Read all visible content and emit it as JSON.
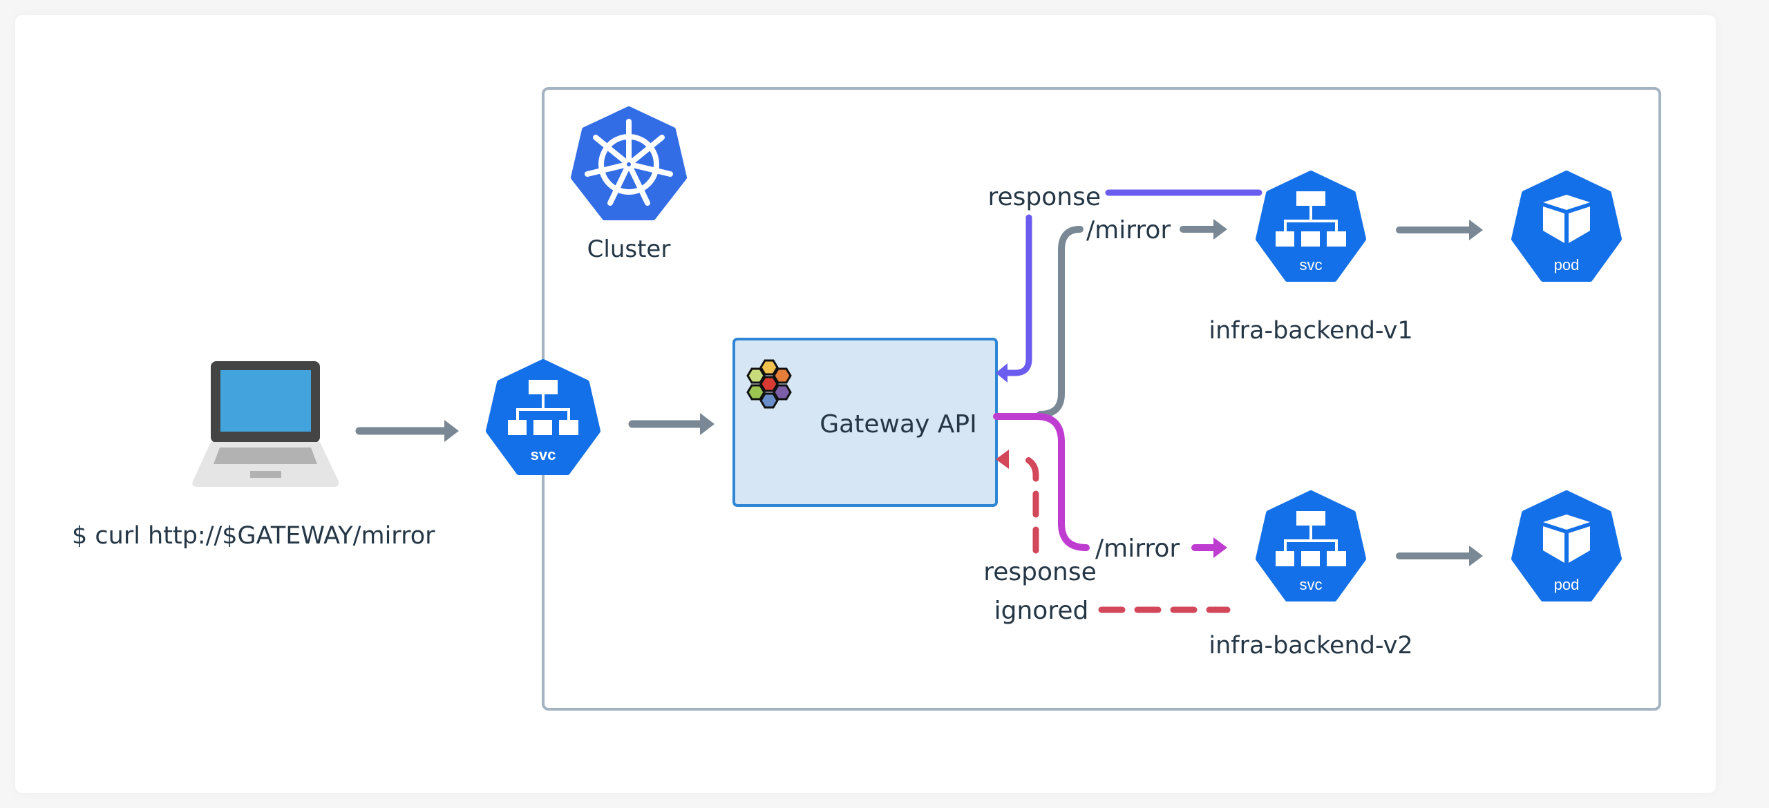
{
  "diagram": {
    "client": {
      "command": "$ curl http://$GATEWAY/mirror",
      "icon": "laptop-icon"
    },
    "cluster": {
      "label": "Cluster",
      "icon": "kubernetes-helm-icon"
    },
    "entry_service": {
      "icon_label": "svc",
      "icon": "service-icon"
    },
    "gateway": {
      "label": "Gateway API",
      "icon": "gateway-api-hexagons-icon"
    },
    "routes": {
      "primary": {
        "path_label": "/mirror",
        "response_label": "response"
      },
      "mirror": {
        "path_label": "/mirror",
        "response_label_line1": "response",
        "response_label_line2": "ignored"
      }
    },
    "backends": [
      {
        "name": "infra-backend-v1",
        "service_label": "svc",
        "pod_label": "pod"
      },
      {
        "name": "infra-backend-v2",
        "service_label": "svc",
        "pod_label": "pod"
      }
    ],
    "colors": {
      "kube_blue": "#1470e8",
      "cluster_blue": "#326de6",
      "arrow_gray": "#7a8895",
      "response_purple": "#6b5cf0",
      "mirror_magenta": "#bf3cd1",
      "ignored_red": "#d2475a",
      "gateway_fill": "#d6e6f5",
      "gateway_border": "#2f86d4",
      "cluster_border": "#a4b3c1",
      "text": "#253746"
    }
  }
}
